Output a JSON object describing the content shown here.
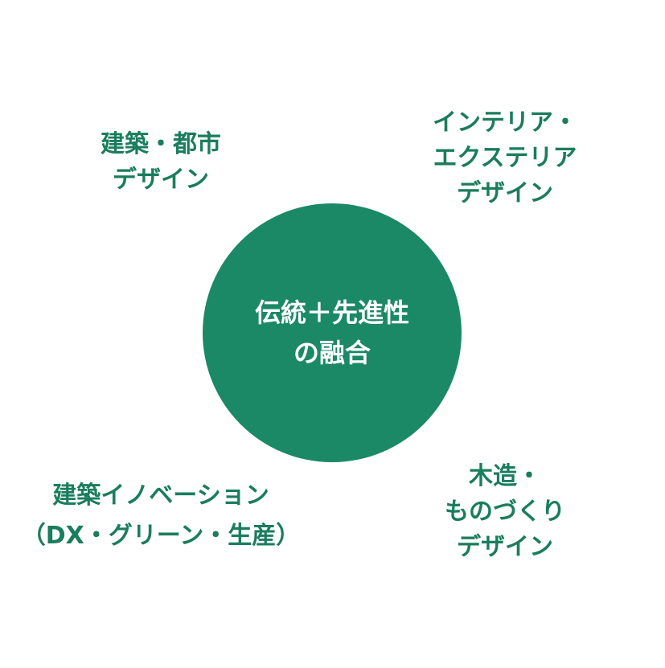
{
  "center": {
    "lines": [
      "伝統＋先進性",
      "の融合"
    ]
  },
  "topics": [
    {
      "lines": [
        "建築・都市",
        "デザイン"
      ]
    },
    {
      "lines": [
        "インテリア・",
        "エクステリア",
        "デザイン"
      ]
    },
    {
      "lines": [
        "建築イノベーション",
        "（DX・グリーン・生産）"
      ]
    },
    {
      "lines": [
        "木造・",
        "ものづくり",
        "デザイン"
      ]
    }
  ],
  "colors": {
    "circle": "#1b8866",
    "text": "#1a7d5d"
  }
}
